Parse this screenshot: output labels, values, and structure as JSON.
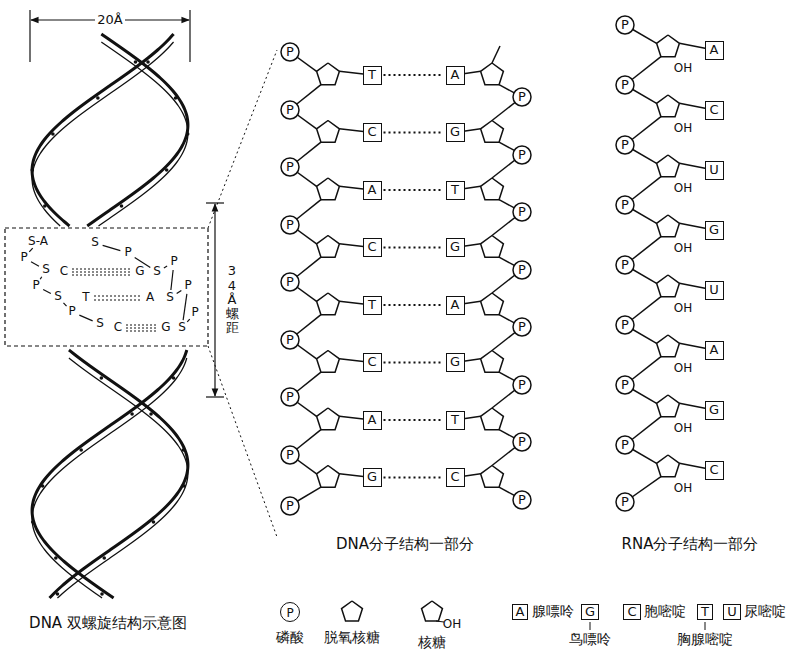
{
  "diagram": {
    "nodes": [
      {
        "text": [
          "P"
        ]
      },
      {
        "text": [
          "T"
        ]
      },
      {
        "text": [
          "A"
        ]
      },
      {
        "text": [
          "P"
        ]
      },
      {
        "text": [
          "P"
        ]
      },
      {
        "text": [
          "C"
        ]
      },
      {
        "text": [
          "G"
        ]
      },
      {
        "text": [
          "P"
        ]
      },
      {
        "text": [
          "P"
        ]
      },
      {
        "text": [
          "A"
        ]
      },
      {
        "text": [
          "T"
        ]
      },
      {
        "text": [
          "P"
        ]
      },
      {
        "text": [
          "P"
        ]
      },
      {
        "text": [
          "C"
        ]
      },
      {
        "text": [
          "G"
        ]
      },
      {
        "text": [
          "P"
        ]
      },
      {
        "text": [
          "P"
        ]
      },
      {
        "text": [
          "T"
        ]
      },
      {
        "text": [
          "A"
        ]
      },
      {
        "text": [
          "P"
        ]
      },
      {
        "text": [
          "P"
        ]
      },
      {
        "text": [
          "C"
        ]
      },
      {
        "text": [
          "G"
        ]
      },
      {
        "text": [
          "P"
        ]
      },
      {
        "text": [
          "P"
        ]
      },
      {
        "text": [
          "A"
        ]
      },
      {
        "text": [
          "T"
        ]
      },
      {
        "text": [
          "P"
        ]
      },
      {
        "text": [
          "P"
        ]
      },
      {
        "text": [
          "G"
        ]
      },
      {
        "text": [
          "C"
        ]
      },
      {
        "text": [
          "P"
        ]
      },
      {
        "text": [
          "P"
        ]
      },
      {
        "text": [
          "P"
        ]
      },
      {
        "text": [
          "A"
        ]
      },
      {
        "text": [
          "P"
        ]
      },
      {
        "text": [
          "C"
        ]
      },
      {
        "text": [
          "P"
        ]
      },
      {
        "text": [
          "U"
        ]
      },
      {
        "text": [
          "P"
        ]
      },
      {
        "text": [
          "G"
        ]
      },
      {
        "text": [
          "P"
        ]
      },
      {
        "text": [
          "U"
        ]
      },
      {
        "text": [
          "P"
        ]
      },
      {
        "text": [
          "A"
        ]
      },
      {
        "text": [
          "P"
        ]
      },
      {
        "text": [
          "G"
        ]
      },
      {
        "text": [
          "P"
        ]
      },
      {
        "text": [
          "C"
        ]
      },
      {
        "text": [
          "P"
        ]
      }
    ],
    "edges": [
      {
        "from": 1,
        "to": 2,
        "arrow": "none"
      },
      {
        "from": 5,
        "to": 6,
        "arrow": "none"
      },
      {
        "from": 9,
        "to": 10,
        "arrow": "none"
      },
      {
        "from": 13,
        "to": 14,
        "arrow": "none"
      },
      {
        "from": 17,
        "to": 18,
        "arrow": "none"
      },
      {
        "from": 21,
        "to": 22,
        "arrow": "none"
      },
      {
        "from": 25,
        "to": 26,
        "arrow": "none"
      },
      {
        "from": 29,
        "to": 30,
        "arrow": "none"
      }
    ],
    "labels": [
      "20Å",
      "34Å螺距",
      "S-A",
      "S",
      "P",
      "P",
      "S",
      "C",
      "G",
      "S",
      "P",
      "P",
      "S",
      "T",
      "A",
      "S",
      "P",
      "P",
      "S",
      "C",
      "G",
      "S",
      "P",
      "OH",
      "OH",
      "OH",
      "OH",
      "OH",
      "OH",
      "OH",
      "OH",
      "DNA 双螺旋结构示意图",
      "DNA分子结构一部分",
      "RNA分子结构一部分",
      "P",
      "A",
      "G",
      "C",
      "T",
      "U",
      "OH"
    ],
    "legend": [
      {
        "text": "磷酸"
      },
      {
        "text": "脱氧核糖"
      },
      {
        "text": "核糖"
      },
      {
        "text": "腺嘌呤"
      },
      {
        "text": "鸟嘌呤"
      },
      {
        "text": "胞嘧啶"
      },
      {
        "text": "胸腺嘧啶"
      },
      {
        "text": "尿嘧啶"
      }
    ]
  }
}
